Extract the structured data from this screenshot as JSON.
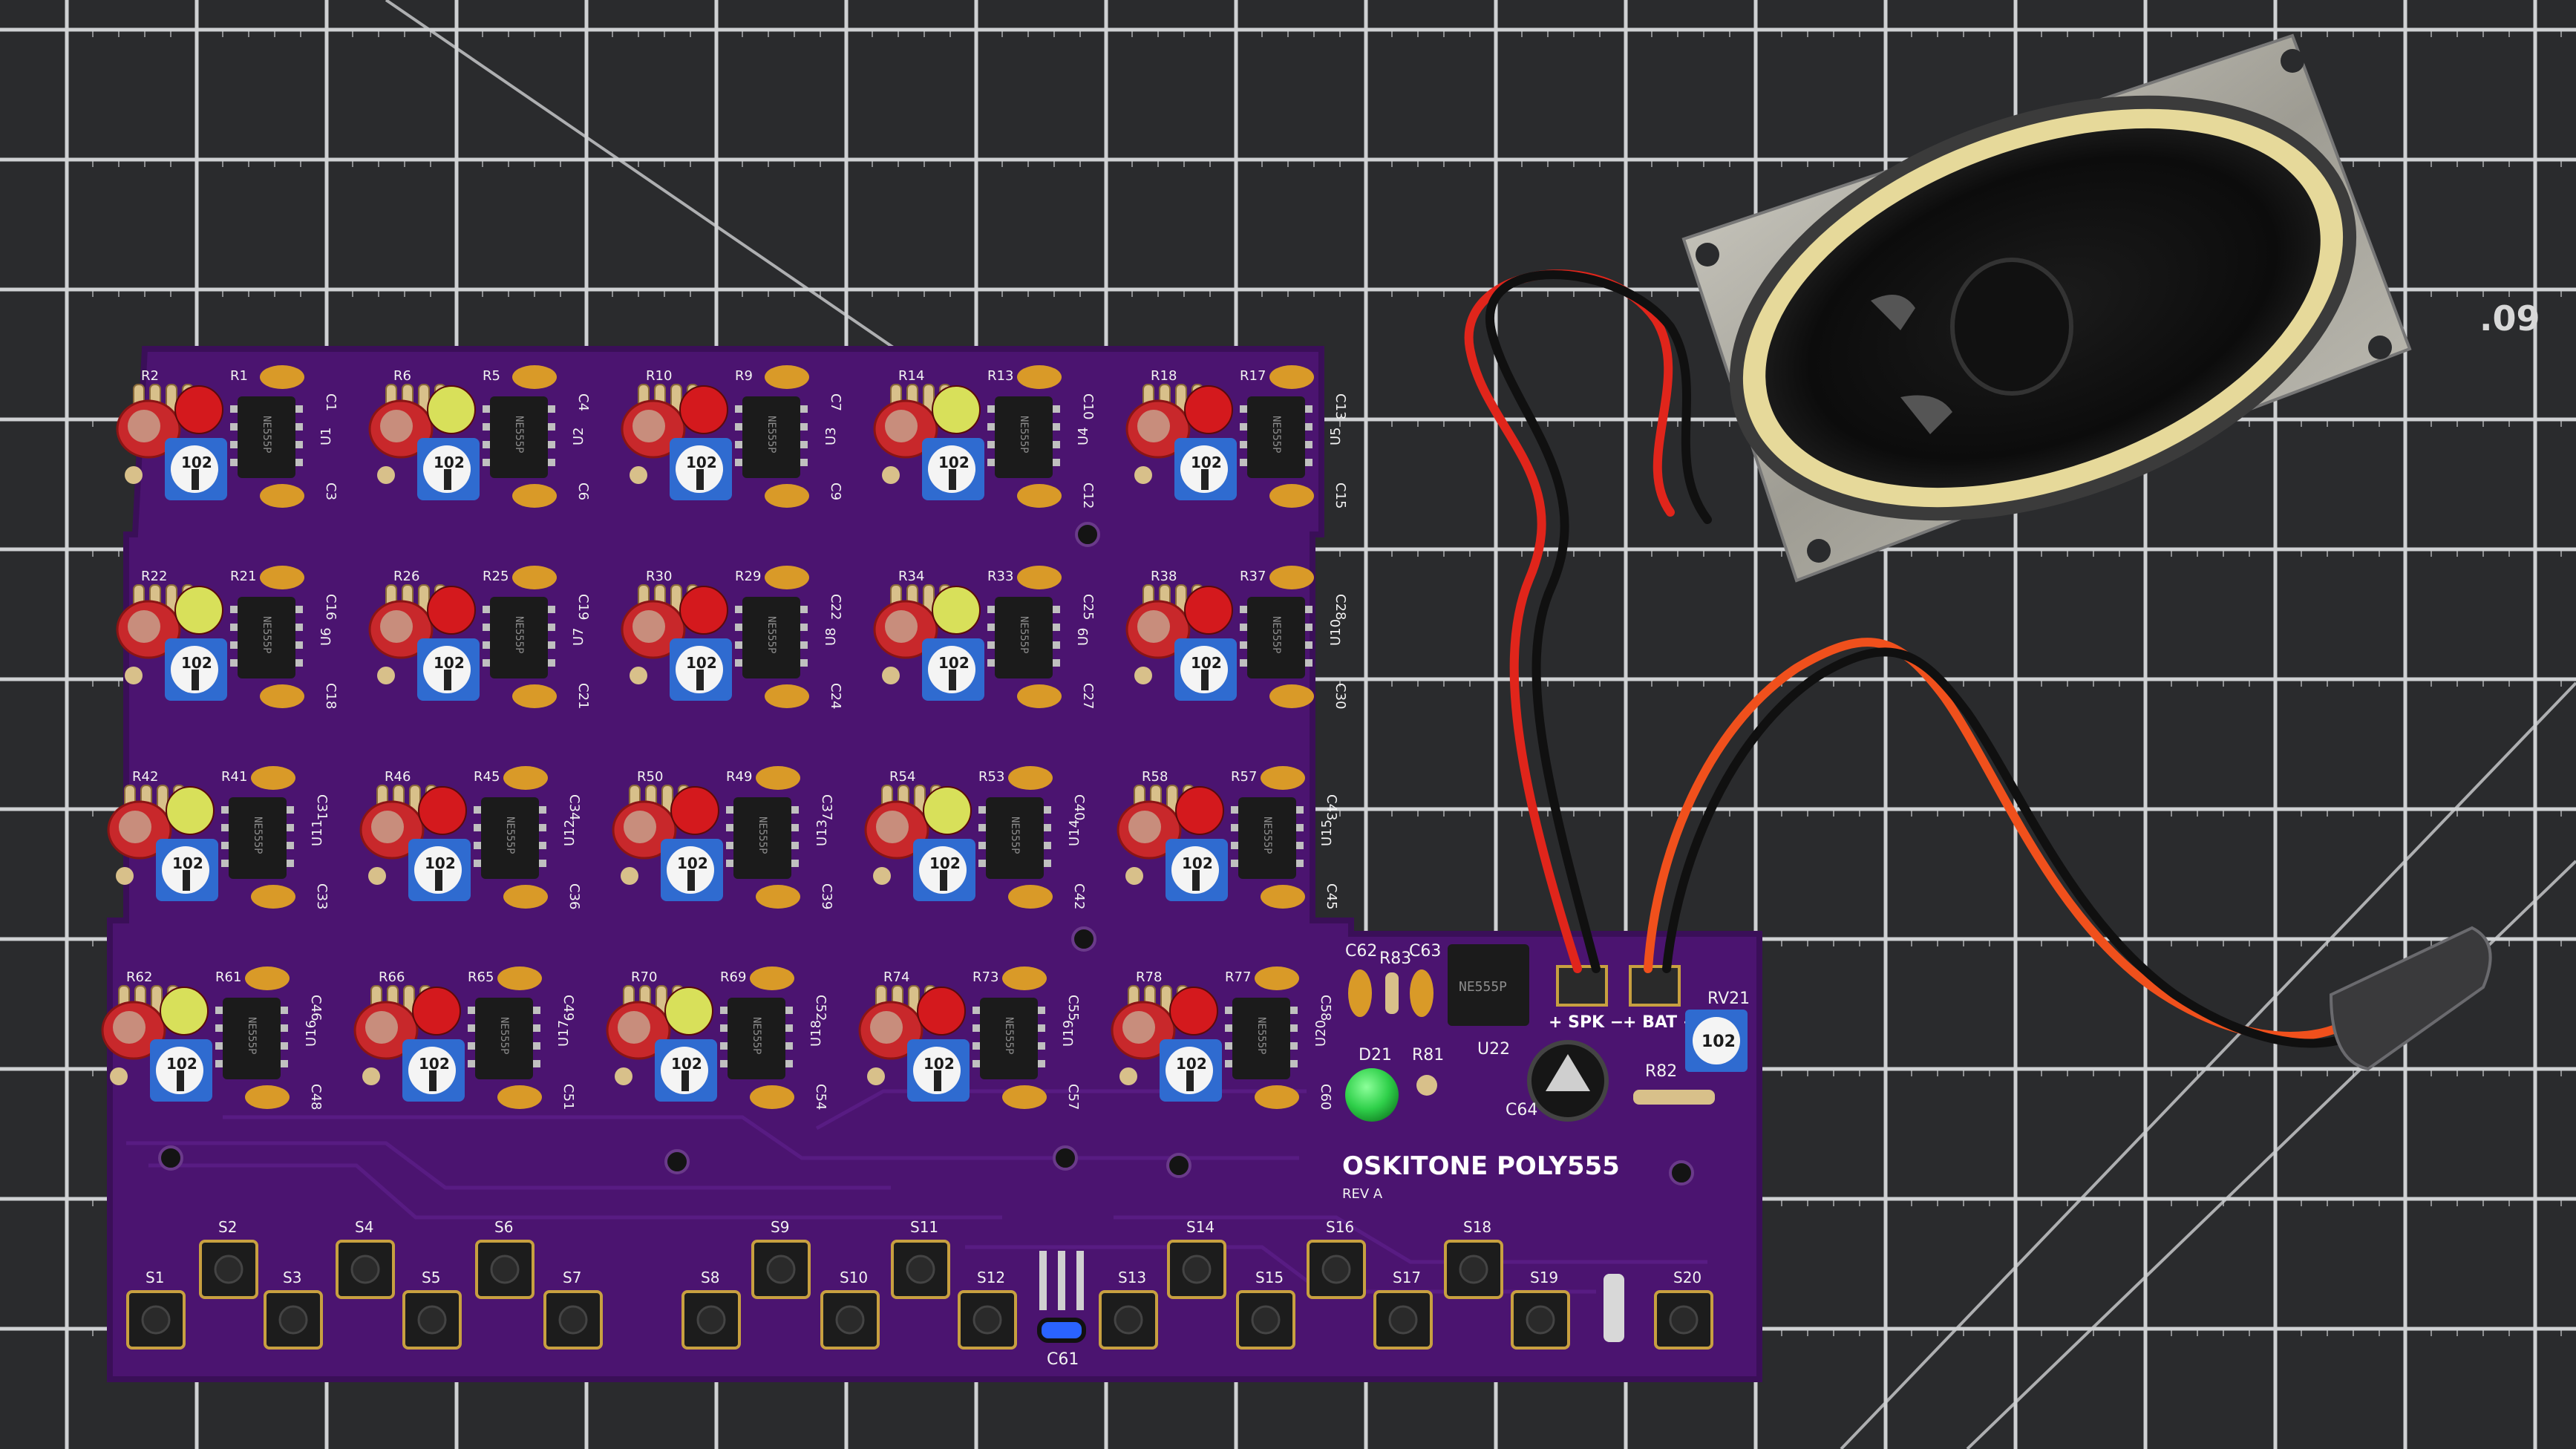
{
  "board": {
    "title": "OSKITONE POLY555",
    "revision": "REV A",
    "trimmer_marking": "102",
    "ic_marking": "NE555P",
    "speaker_header_label": "+ SPK −",
    "battery_header_label": "+ BAT −"
  },
  "mat": {
    "corner_marking": ".09"
  },
  "voices": [
    {
      "r_a": "R2",
      "r_b": "R1",
      "c_a": "C1",
      "c_b": "C3",
      "u": "U1",
      "led": "red"
    },
    {
      "r_a": "R6",
      "r_b": "R5",
      "c_a": "C4",
      "c_b": "C6",
      "u": "U2",
      "led": "yellow"
    },
    {
      "r_a": "R10",
      "r_b": "R9",
      "c_a": "C7",
      "c_b": "C9",
      "u": "U3",
      "led": "red"
    },
    {
      "r_a": "R14",
      "r_b": "R13",
      "c_a": "C10",
      "c_b": "C12",
      "u": "U4",
      "led": "yellow"
    },
    {
      "r_a": "R18",
      "r_b": "R17",
      "c_a": "C13",
      "c_b": "C15",
      "u": "U5",
      "led": "red"
    },
    {
      "r_a": "R22",
      "r_b": "R21",
      "c_a": "C16",
      "c_b": "C18",
      "u": "U6",
      "led": "yellow"
    },
    {
      "r_a": "R26",
      "r_b": "R25",
      "c_a": "C19",
      "c_b": "C21",
      "u": "U7",
      "led": "red"
    },
    {
      "r_a": "R30",
      "r_b": "R29",
      "c_a": "C22",
      "c_b": "C24",
      "u": "U8",
      "led": "red"
    },
    {
      "r_a": "R34",
      "r_b": "R33",
      "c_a": "C25",
      "c_b": "C27",
      "u": "U9",
      "led": "yellow"
    },
    {
      "r_a": "R38",
      "r_b": "R37",
      "c_a": "C28",
      "c_b": "C30",
      "u": "U10",
      "led": "red"
    },
    {
      "r_a": "R42",
      "r_b": "R41",
      "c_a": "C31",
      "c_b": "C33",
      "u": "U11",
      "led": "yellow"
    },
    {
      "r_a": "R46",
      "r_b": "R45",
      "c_a": "C34",
      "c_b": "C36",
      "u": "U12",
      "led": "red"
    },
    {
      "r_a": "R50",
      "r_b": "R49",
      "c_a": "C37",
      "c_b": "C39",
      "u": "U13",
      "led": "red"
    },
    {
      "r_a": "R54",
      "r_b": "R53",
      "c_a": "C40",
      "c_b": "C42",
      "u": "U14",
      "led": "yellow"
    },
    {
      "r_a": "R58",
      "r_b": "R57",
      "c_a": "C43",
      "c_b": "C45",
      "u": "U15",
      "led": "red"
    },
    {
      "r_a": "R62",
      "r_b": "R61",
      "c_a": "C46",
      "c_b": "C48",
      "u": "U16",
      "led": "yellow"
    },
    {
      "r_a": "R66",
      "r_b": "R65",
      "c_a": "C49",
      "c_b": "C51",
      "u": "U17",
      "led": "red"
    },
    {
      "r_a": "R70",
      "r_b": "R69",
      "c_a": "C52",
      "c_b": "C54",
      "u": "U18",
      "led": "yellow"
    },
    {
      "r_a": "R74",
      "r_b": "R73",
      "c_a": "C55",
      "c_b": "C57",
      "u": "U19",
      "led": "red"
    },
    {
      "r_a": "R78",
      "r_b": "R77",
      "c_a": "C58",
      "c_b": "C60",
      "u": "U20",
      "led": "red"
    }
  ],
  "switches": [
    "S1",
    "S2",
    "S3",
    "S4",
    "S5",
    "S6",
    "S7",
    "S8",
    "S9",
    "S10",
    "S11",
    "S12",
    "S13",
    "S14",
    "S15",
    "S16",
    "S17",
    "S18",
    "S19",
    "S20"
  ],
  "misc_labels": {
    "c61": "C61",
    "c62": "C62",
    "r83": "R83",
    "c63": "C63",
    "d21": "D21",
    "r81": "R81",
    "u22": "U22",
    "c64": "C64",
    "r82": "R82",
    "rv21": "RV21"
  },
  "colors": {
    "pcb": "#4b1470",
    "pcb_edge": "#3a0f58",
    "mat": "#2a2b2d",
    "mat_line": "#cfd1d3",
    "solder_gold": "#c8a040",
    "led_red": "#d4191d",
    "led_yellow": "#d8e05a",
    "trimmer_blue": "#2f6bd0",
    "electrolytic_red": "#c8282b",
    "ceramic_cap": "#d99a28",
    "wire_red": "#e0251b",
    "wire_black": "#101010",
    "wire_orange": "#f0501c",
    "led_green": "#2fd04a"
  }
}
